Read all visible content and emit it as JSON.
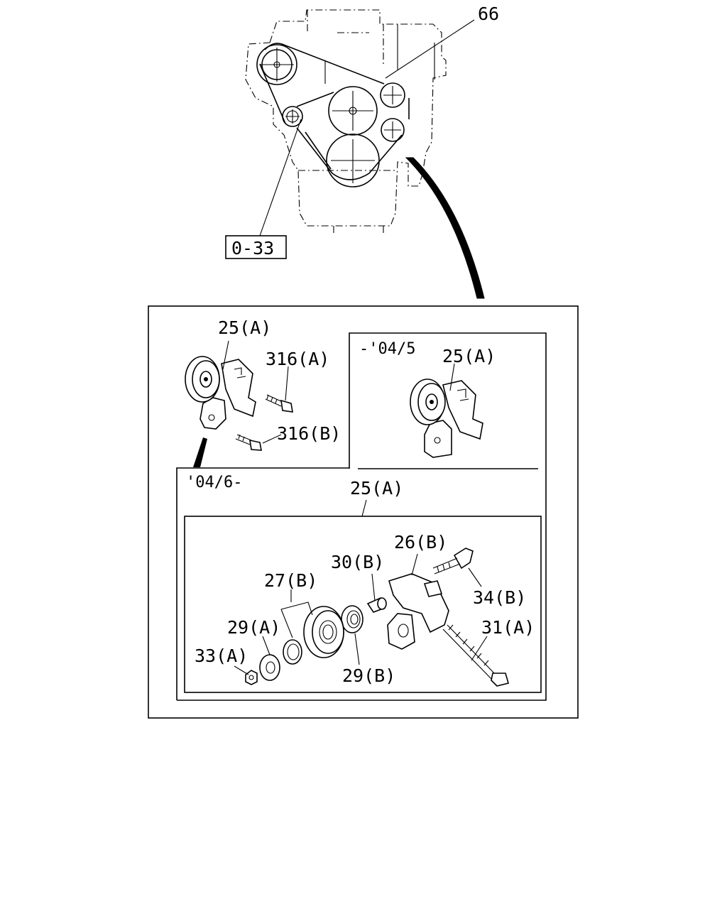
{
  "diagram": {
    "engine_labels": {
      "belt_ref": "66",
      "pulley_ref": "0-33"
    },
    "variants": {
      "early": "-'04/5",
      "late": "'04/6-"
    },
    "callouts": {
      "tensioner_top": "25(A)",
      "bolt_a": "316(A)",
      "bolt_b": "316(B)",
      "tensioner_early": "25(A)",
      "tensioner_late": "25(A)",
      "bracket": "26(B)",
      "pulley": "27(B)",
      "washer_a": "29(A)",
      "washer_b": "29(B)",
      "bushing": "30(B)",
      "long_bolt": "31(A)",
      "nut": "33(A)",
      "pivot_bolt": "34(B)"
    }
  }
}
